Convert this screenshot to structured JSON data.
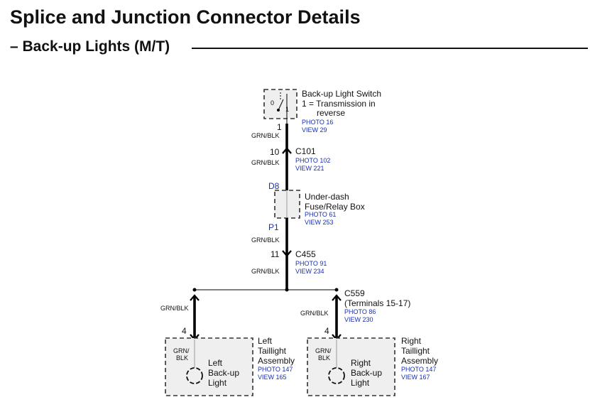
{
  "title": "Splice and Junction Connector Details",
  "section": "– Back-up Lights (M/T)",
  "switch": {
    "name": "Back-up Light Switch",
    "desc1": "1 = Transmission in",
    "desc2": "reverse",
    "pos0": "0",
    "pos1": "1",
    "pin": "1",
    "photo": "PHOTO 16",
    "view": "VIEW 29"
  },
  "c101": {
    "pin": "10",
    "name": "C101",
    "photo": "PHOTO 102",
    "view": "VIEW 221"
  },
  "fusebox": {
    "pin_top": "D8",
    "line1": "Under-dash",
    "line2": "Fuse/Relay Box",
    "photo": "PHOTO 61",
    "view": "VIEW 253",
    "pin_bottom": "P1"
  },
  "c455": {
    "pin": "11",
    "name": "C455",
    "photo": "PHOTO 91",
    "view": "VIEW 234"
  },
  "c559": {
    "name": "C559",
    "terminals": "(Terminals 15-17)",
    "photo": "PHOTO 86",
    "view": "VIEW 230"
  },
  "wire_color": "GRN/BLK",
  "left_lamp": {
    "pin": "4",
    "wire1": "GRN/",
    "wire2": "BLK",
    "lamp1": "Left",
    "lamp2": "Back-up",
    "lamp3": "Light",
    "asm1": "Left",
    "asm2": "Taillight",
    "asm3": "Assembly",
    "photo": "PHOTO 147",
    "view": "VIEW 165"
  },
  "right_lamp": {
    "pin": "4",
    "wire1": "GRN/",
    "wire2": "BLK",
    "lamp1": "Right",
    "lamp2": "Back-up",
    "lamp3": "Light",
    "asm1": "Right",
    "asm2": "Taillight",
    "asm3": "Assembly",
    "photo": "PHOTO 147",
    "view": "VIEW 167"
  },
  "colors": {
    "text": "#111111",
    "reference_link": "#1a2fb0",
    "component_fill": "#efefef"
  }
}
